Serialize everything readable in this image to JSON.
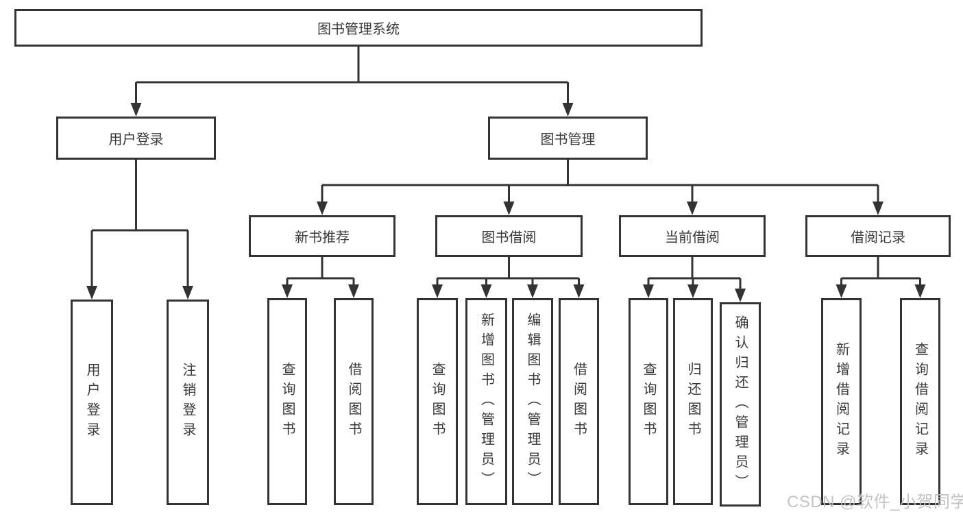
{
  "diagram_title": "图书管理系统",
  "nodes": [
    {
      "id": "root",
      "label": "图书管理系统",
      "parent": null
    },
    {
      "id": "user-login",
      "label": "用户登录",
      "parent": "root"
    },
    {
      "id": "book-mgmt",
      "label": "图书管理",
      "parent": "root"
    },
    {
      "id": "login",
      "label": "用户登录",
      "parent": "user-login"
    },
    {
      "id": "logout",
      "label": "注销登录",
      "parent": "user-login"
    },
    {
      "id": "new-book",
      "label": "新书推荐",
      "parent": "book-mgmt"
    },
    {
      "id": "book-borrow",
      "label": "图书借阅",
      "parent": "book-mgmt"
    },
    {
      "id": "current-borrow",
      "label": "当前借阅",
      "parent": "book-mgmt"
    },
    {
      "id": "borrow-record",
      "label": "借阅记录",
      "parent": "book-mgmt"
    },
    {
      "id": "nb-query",
      "label": "查询图书",
      "parent": "new-book"
    },
    {
      "id": "nb-borrow",
      "label": "借阅图书",
      "parent": "new-book"
    },
    {
      "id": "bb-query",
      "label": "查询图书",
      "parent": "book-borrow"
    },
    {
      "id": "bb-add",
      "label": "新增图书（管理员）",
      "parent": "book-borrow"
    },
    {
      "id": "bb-edit",
      "label": "编辑图书（管理员）",
      "parent": "book-borrow"
    },
    {
      "id": "bb-borrow",
      "label": "借阅图书",
      "parent": "book-borrow"
    },
    {
      "id": "cb-query",
      "label": "查询图书",
      "parent": "current-borrow"
    },
    {
      "id": "cb-return",
      "label": "归还图书",
      "parent": "current-borrow"
    },
    {
      "id": "cb-confirm",
      "label": "确认归还（管理员）",
      "parent": "current-borrow"
    },
    {
      "id": "br-add",
      "label": "新增借阅记录",
      "parent": "borrow-record"
    },
    {
      "id": "br-query",
      "label": "查询借阅记录",
      "parent": "borrow-record"
    }
  ],
  "watermark": "CSDN @软件_小贺同学",
  "colors": {
    "line": "#333333",
    "box_border": "#333333",
    "text": "#3a3a3a",
    "watermark": "#bebebe",
    "background": "#ffffff"
  }
}
